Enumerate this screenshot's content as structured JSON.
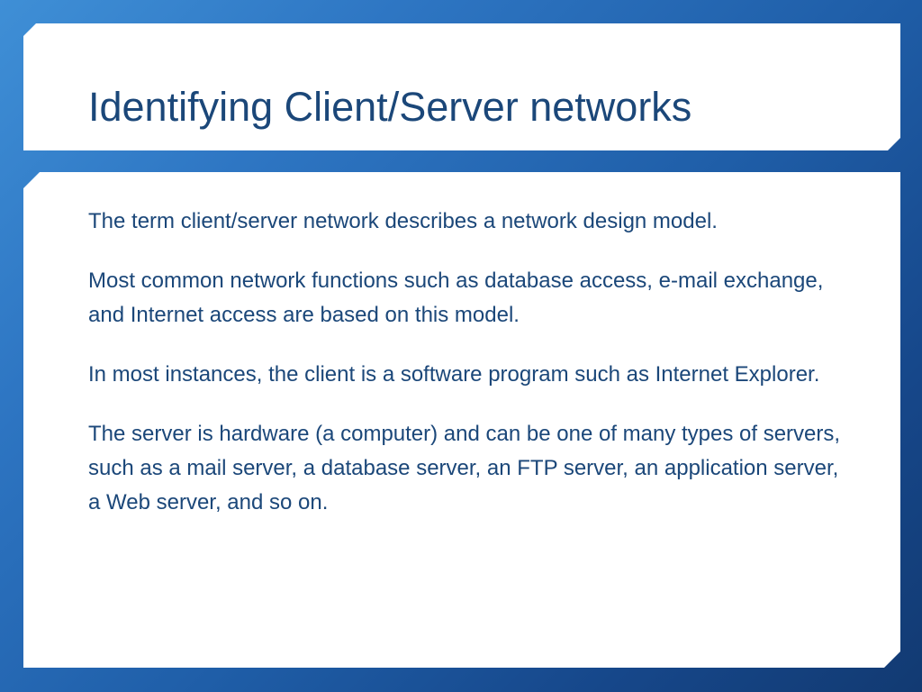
{
  "slide": {
    "title": "Identifying Client/Server networks",
    "paragraphs": [
      "The term client/server network describes a network design model.",
      "Most common network functions such as database access, e-mail exchange, and Internet access are based on this model.",
      "In most instances, the client is a software program such as Internet Explorer.",
      " The server is hardware (a computer) and can be one of many types of servers, such as a mail server, a database server, an FTP server, an application server, a Web server, and so on."
    ]
  },
  "colors": {
    "text": "#1b4779",
    "panel": "#ffffff",
    "background_light": "#3f8fd6",
    "background_dark": "#123a72"
  }
}
